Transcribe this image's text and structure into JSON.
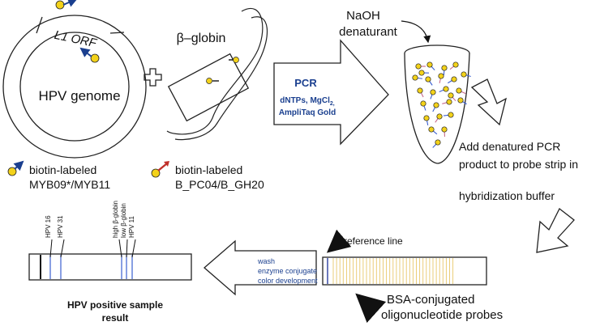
{
  "plasmid": {
    "genome_label": "HPV genome",
    "orf_label": "L1 ORF"
  },
  "beta_globin": {
    "label": "β–globin"
  },
  "pcr": {
    "title": "PCR",
    "reagents_line1": "dNTPs, MgCl",
    "reagents_sub": "2,",
    "reagents_line2": "AmpliTaq Gold"
  },
  "denaturant": {
    "line1": "NaOH",
    "line2": "denaturant"
  },
  "add_step": {
    "line1": "Add denatured PCR",
    "line2": "product to probe strip in",
    "line3": "hybridization buffer"
  },
  "legend": {
    "primer1_line1": "biotin-labeled",
    "primer1_line2": "MYB09*/MYB11",
    "primer2_line1": "biotin-labeled",
    "primer2_line2": "B_PC04/B_GH20"
  },
  "result_strip": {
    "probe_labels": [
      "HPV 16",
      "HPV 31",
      "high β-globin",
      "low β-globin",
      "HPV 11"
    ],
    "caption_line1": "HPV positive sample",
    "caption_line2": "result"
  },
  "wash_step": {
    "line1": "wash",
    "line2": "enzyme conjugate",
    "line3": "color development"
  },
  "probe_strip": {
    "reference_label": "reference line",
    "probes_line1": "BSA-conjugated",
    "probes_line2": "oligonucleotide probes"
  },
  "colors": {
    "text_blue": "#1a3f8f",
    "line_blue": "#3a5fd0",
    "primer_yellow": "#f3d21a",
    "primer_red": "#c0302a",
    "strip_line_yellow": "#e8c76a"
  }
}
